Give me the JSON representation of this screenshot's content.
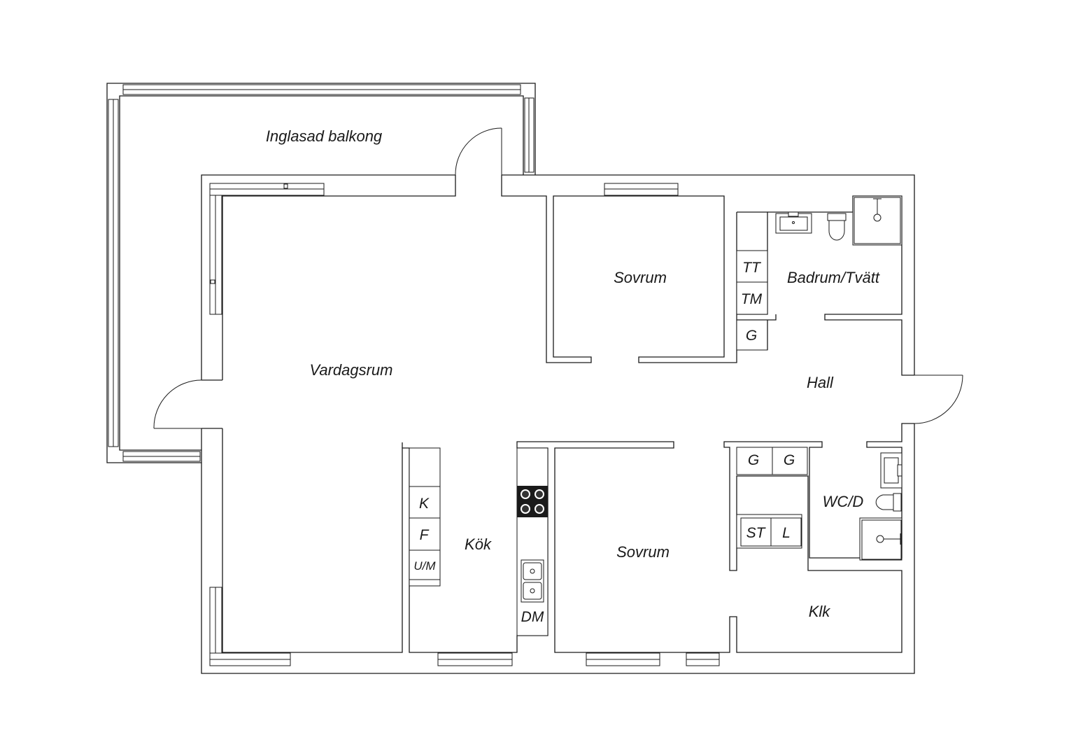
{
  "rooms": {
    "balcony": "Inglasad balkong",
    "living": "Vardagsrum",
    "bedroom_top": "Sovrum",
    "bathroom": "Badrum/Tvätt",
    "hall": "Hall",
    "kitchen": "Kök",
    "bedroom_bottom": "Sovrum",
    "wc": "WC/D",
    "closet": "Klk"
  },
  "appliances": {
    "tt": "TT",
    "tm": "TM",
    "g_bath": "G",
    "g_hall_1": "G",
    "g_hall_2": "G",
    "st": "ST",
    "l": "L",
    "k": "K",
    "f": "F",
    "um": "U/M",
    "dm": "DM"
  }
}
